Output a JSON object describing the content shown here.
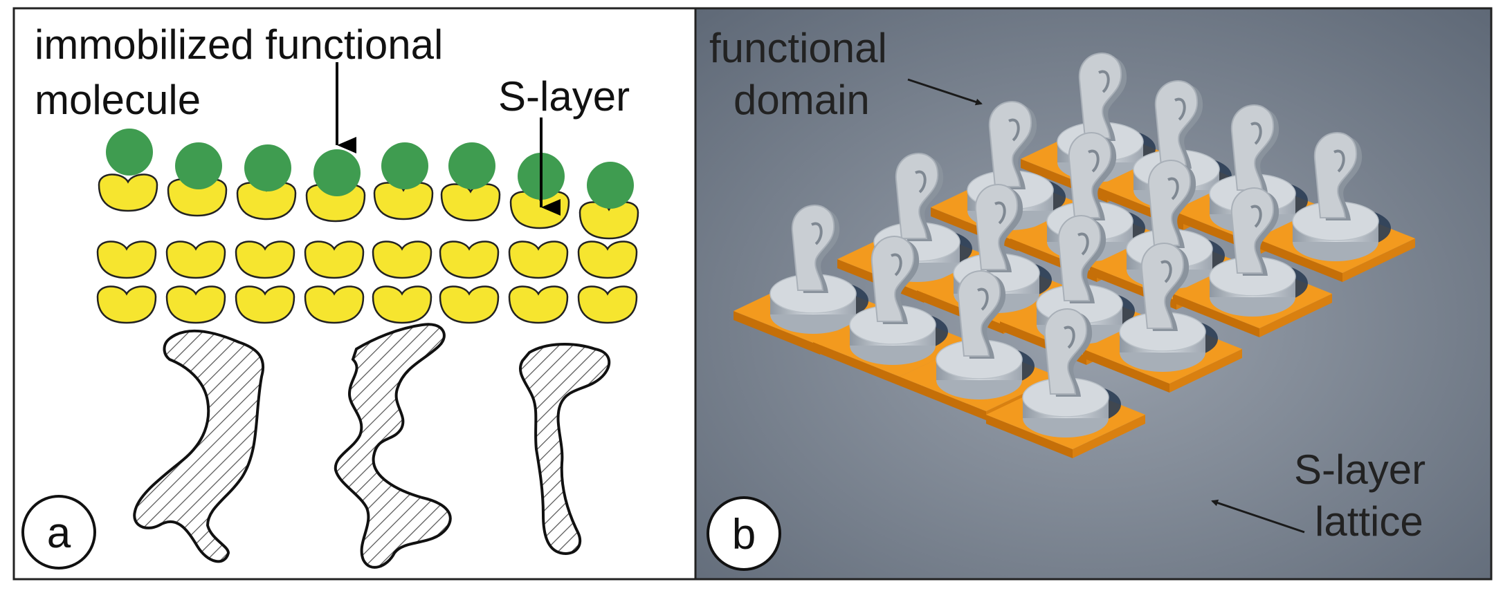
{
  "panel_a": {
    "label": "a",
    "text_line1": "immobilized functional",
    "text_line2": "molecule",
    "s_layer_label": "S-layer"
  },
  "panel_b": {
    "label": "b",
    "functional_domain_line1": "functional",
    "functional_domain_line2": "domain",
    "lattice_line1": "S-layer",
    "lattice_line2": "lattice"
  },
  "colors": {
    "molecule_green": "#3f9c50",
    "subunit_yellow": "#f6e52f",
    "panel_b_background": "#6a7482",
    "lattice_orange": "#f39a1e",
    "domain_grey": "#c9ced3",
    "hatch_grey": "#555555"
  }
}
